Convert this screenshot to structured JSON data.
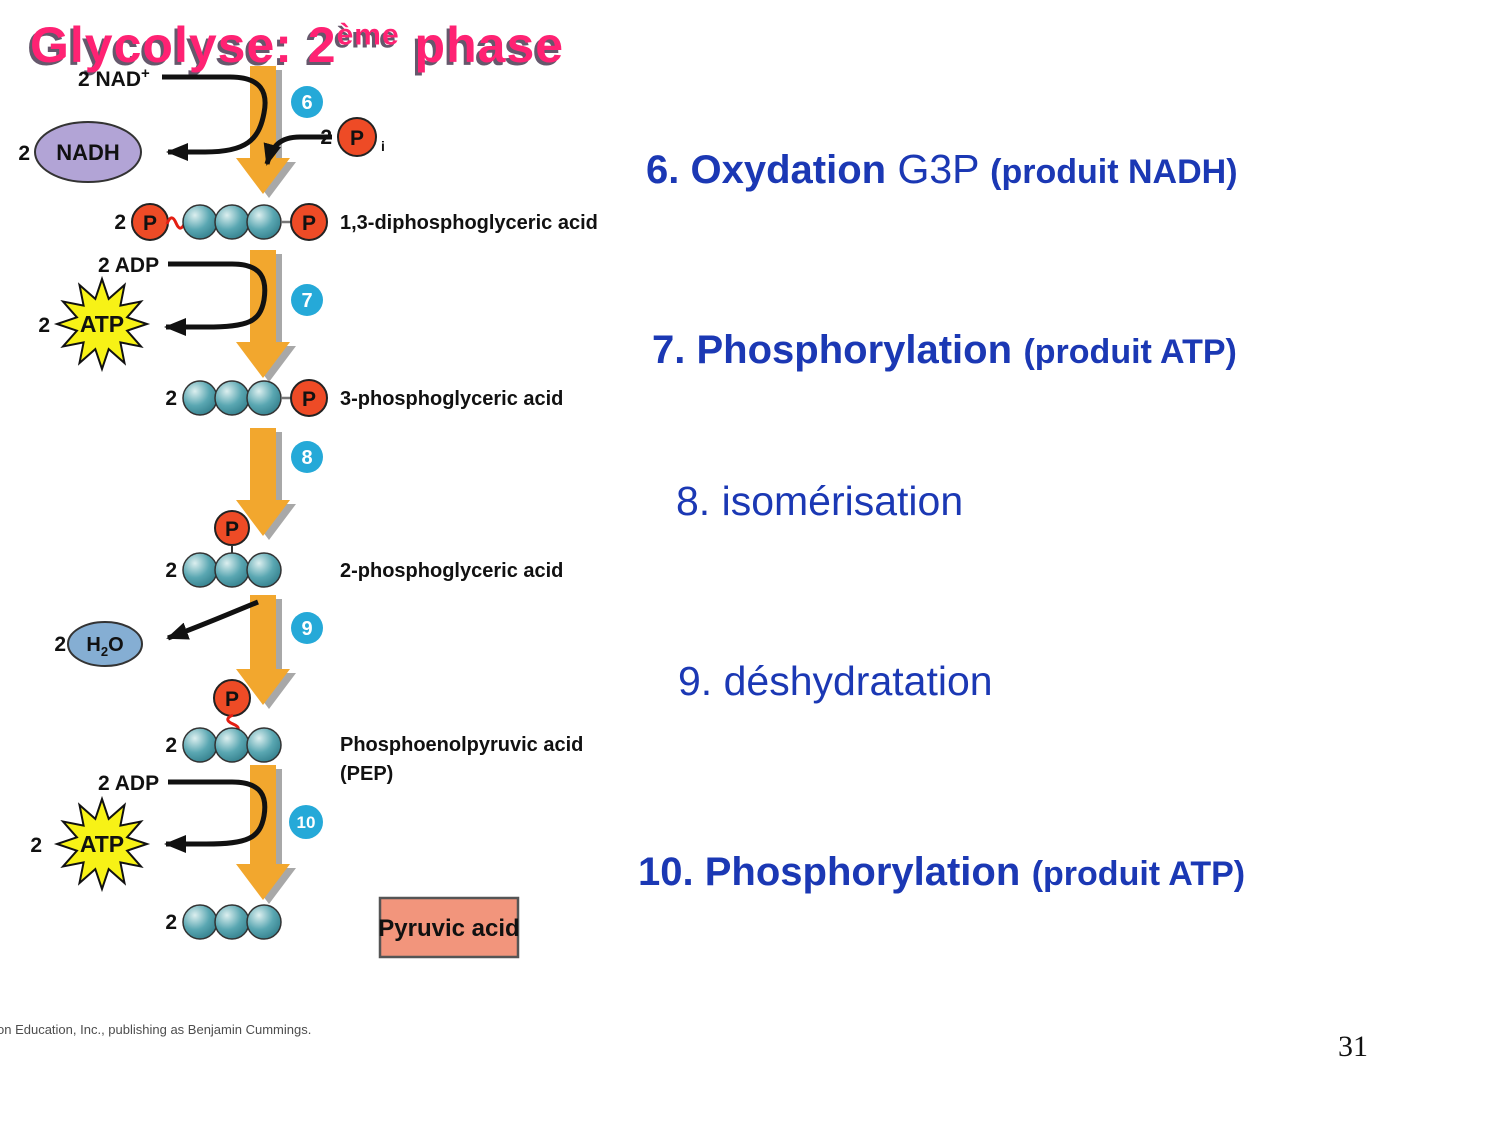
{
  "title": {
    "part1": "Glycolyse: 2",
    "sup": "ème",
    "part2": " phase"
  },
  "page_number": "31",
  "copyright": "on Education, Inc., publishing as Benjamin Cummings.",
  "colors": {
    "title_pink": "#ff2273",
    "annotation_blue": "#1b38b4",
    "arrow_orange": "#f2a72e",
    "step_circle_cyan": "#25a9d8",
    "phosphate_red": "#ee4b26",
    "sphere_teal": "#3e8b99",
    "nadh_purple": "#b2a4d6",
    "atp_yellow": "#f7f216",
    "h2o_blue": "#85aed3",
    "pyruvic_salmon": "#f2957c"
  },
  "annotations": [
    {
      "main": "6. Oxydation",
      "light": " G3P ",
      "paren": "(produit NADH)"
    },
    {
      "main": "7. Phosphorylation",
      "light": " ",
      "paren": "(produit ATP)"
    },
    {
      "main": "",
      "light": "8. isomérisation",
      "paren": ""
    },
    {
      "main": "",
      "light": "9. déshydratation",
      "paren": ""
    },
    {
      "main": "10. Phosphorylation",
      "light": " ",
      "paren": "(produit ATP)"
    }
  ],
  "diagram": {
    "steps": {
      "s6": "6",
      "s7": "7",
      "s8": "8",
      "s9": "9",
      "s10": "10"
    },
    "p_symbol": "P",
    "cofactors": {
      "nad_qty_label": "2 NAD",
      "nad_sup": "+",
      "nadh_qty": "2",
      "nadh": "NADH",
      "pi_qty": "2",
      "pi": "P",
      "pi_sub": "i",
      "adp7": "2 ADP",
      "atp7_qty": "2",
      "atp7": "ATP",
      "h2o_qty": "2",
      "h2o_h": "H",
      "h2o_sub": "2",
      "h2o_o": "O",
      "adp10": "2 ADP",
      "atp10_qty": "2",
      "atp10": "ATP"
    },
    "molecules": [
      {
        "qty": "2",
        "label": "1,3-diphosphoglyceric acid"
      },
      {
        "qty": "2",
        "label": "3-phosphoglyceric acid"
      },
      {
        "qty": "2",
        "label": "2-phosphoglyceric acid"
      },
      {
        "qty": "2",
        "label": "Phosphoenolpyruvic acid",
        "label2": "(PEP)"
      },
      {
        "qty": "2",
        "label": "Pyruvic acid"
      }
    ]
  }
}
